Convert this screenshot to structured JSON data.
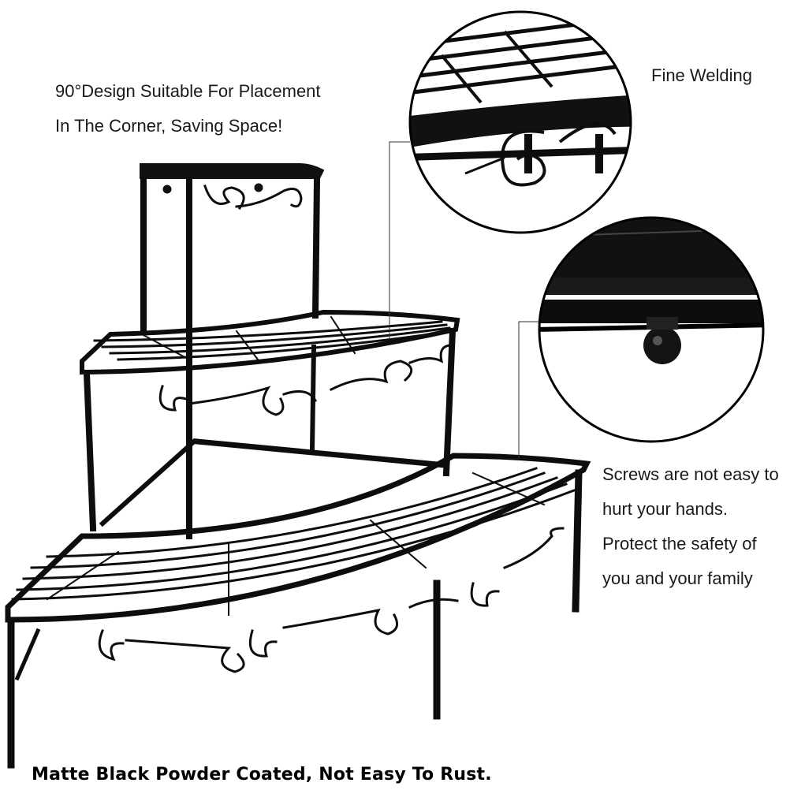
{
  "captions": {
    "corner_design": [
      "90°Design Suitable For Placement",
      "In The Corner, Saving Space!"
    ],
    "fine_welding": "Fine Welding",
    "screws": [
      "Screws are not easy to",
      "hurt your hands.",
      "Protect the safety of",
      "you and your family"
    ],
    "bottom": "Matte Black Powder Coated, Not Easy To Rust."
  },
  "colors": {
    "metal": "#0d0d0d",
    "background": "#ffffff",
    "text": "#1a1a1a"
  }
}
